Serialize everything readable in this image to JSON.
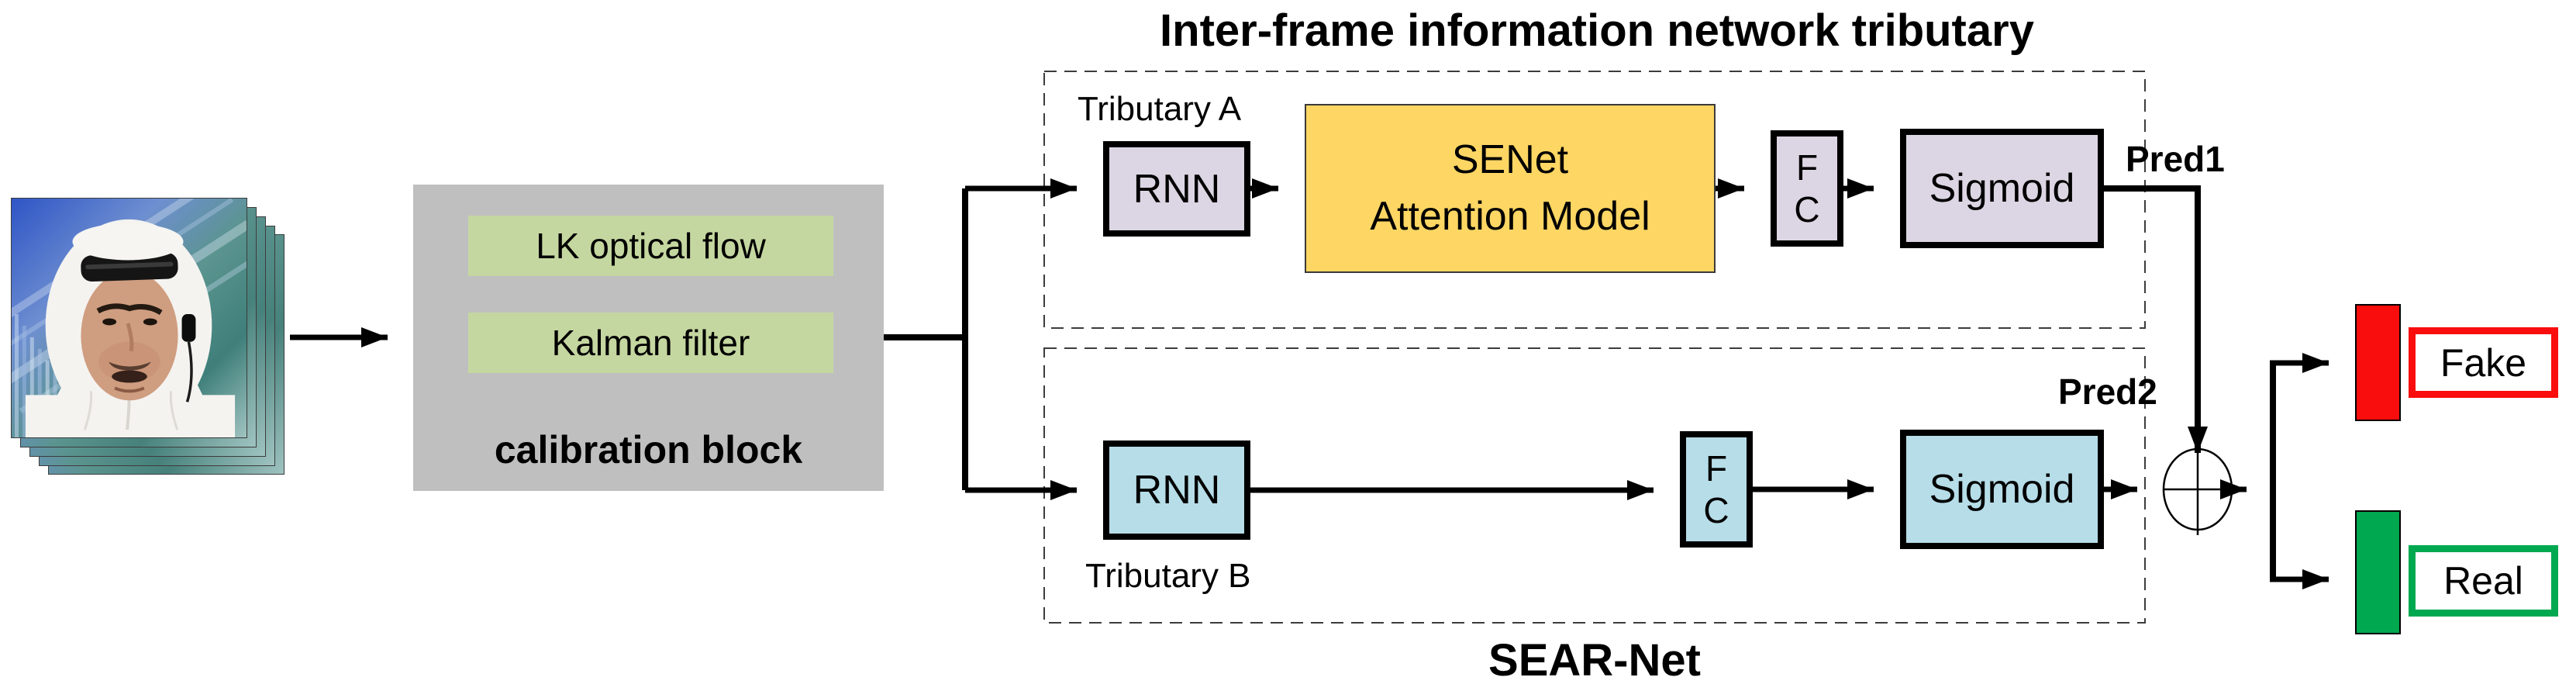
{
  "title": "Inter-frame information network tributary",
  "input": {
    "icon": "face-video-frames"
  },
  "calibration": {
    "lk": "LK optical flow",
    "kalman": "Kalman filter",
    "label": "calibration block"
  },
  "tributary_a": {
    "label": "Tributary A",
    "rnn": "RNN",
    "senet": "SENet\nAttention Model",
    "fc": "F\nC",
    "sigmoid": "Sigmoid",
    "pred": "Pred1"
  },
  "tributary_b": {
    "label": "Tributary B",
    "rnn": "RNN",
    "fc": "F\nC",
    "sigmoid": "Sigmoid",
    "pred": "Pred2"
  },
  "merge": {
    "icon": "circle-plus-sum"
  },
  "outputs": {
    "fake": "Fake",
    "real": "Real"
  },
  "footer": {
    "label": "SEAR-Net"
  },
  "colors": {
    "calibration_gray": "#bfbfbf",
    "green_box": "#c5d7a0",
    "lavender_box": "#dcd5e3",
    "senet_yellow": "#fdd663",
    "light_blue_box": "#b6dde8",
    "fake_red": "#f90d0d",
    "real_green": "#00a84f",
    "line_black": "#000000"
  }
}
